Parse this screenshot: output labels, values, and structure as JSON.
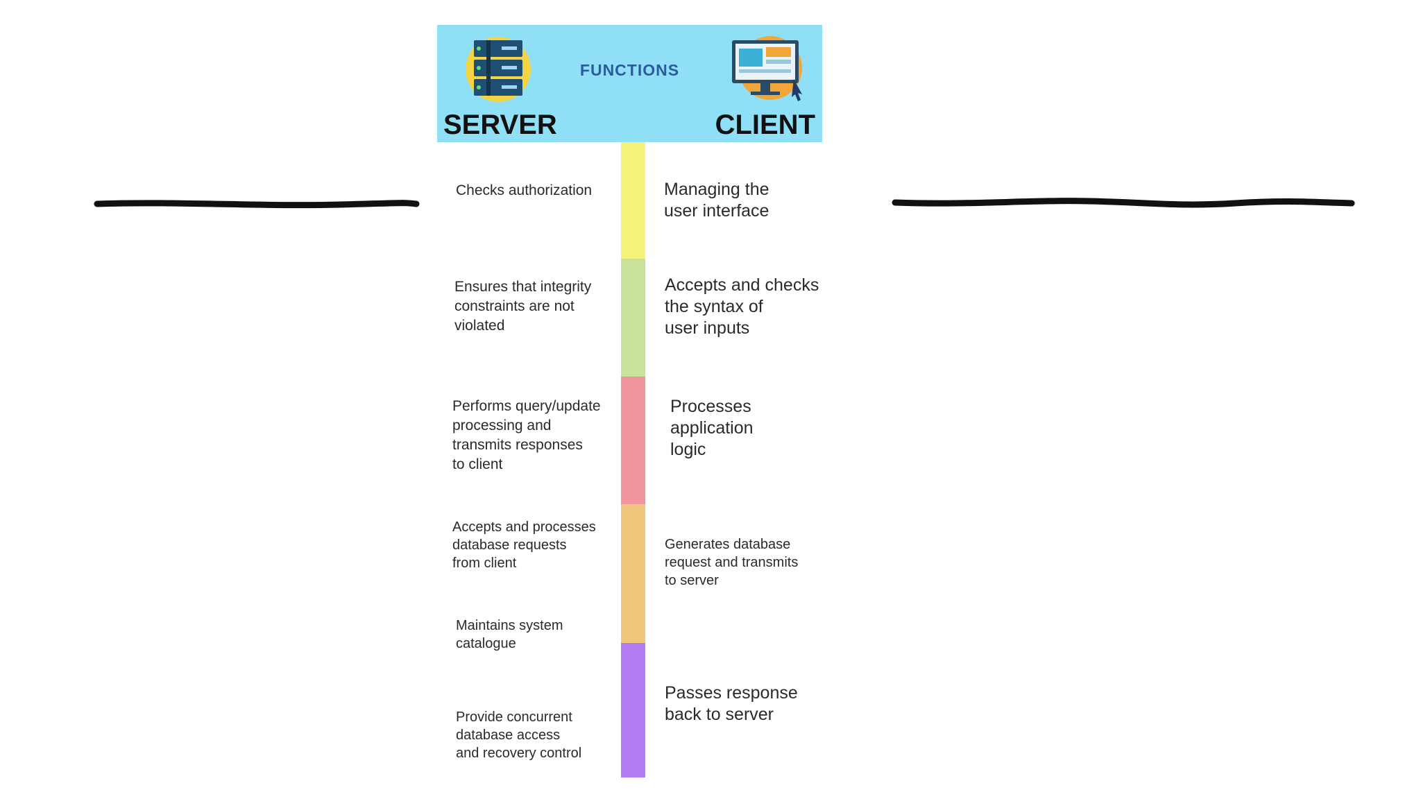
{
  "header": {
    "title": "FUNCTIONS",
    "server_label": "SERVER",
    "client_label": "CLIENT",
    "bg_color": "#8fe0f7",
    "server_icon": "server-rack-icon",
    "client_icon": "monitor-icon"
  },
  "timeline_colors": [
    "#f7f27a",
    "#c9e29a",
    "#f2949b",
    "#f1c77e",
    "#b27df0"
  ],
  "server": {
    "items": [
      "Checks authorization",
      "Ensures that integrity\nconstraints are not\nviolated",
      "Performs query/update\nprocessing and\ntransmits responses\nto client",
      "Accepts and processes\ndatabase requests\nfrom client",
      "Maintains system\ncatalogue",
      "Provide concurrent\ndatabase access\nand recovery control"
    ]
  },
  "client": {
    "items": [
      "Managing the\nuser interface",
      "Accepts and checks\nthe syntax of\nuser inputs",
      "Processes\napplication\nlogic",
      "Generates database\nrequest and transmits\nto server",
      "Passes response\nback to server"
    ]
  }
}
